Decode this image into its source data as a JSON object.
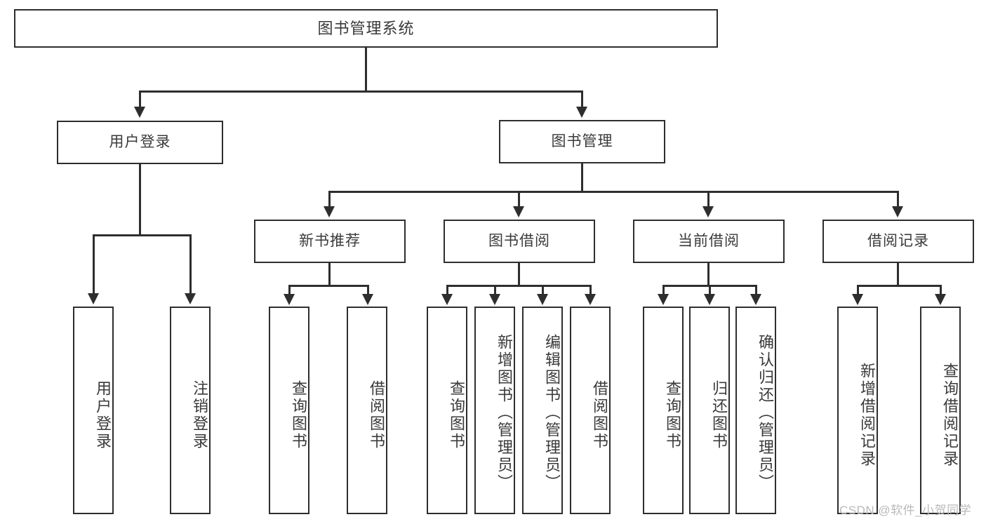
{
  "diagram": {
    "type": "tree-hierarchy",
    "title": "图书管理系统",
    "orientation": "top-down",
    "accent_color": "#2e2e2e",
    "background_color": "#ffffff",
    "nodes": {
      "root": {
        "label": "图书管理系统"
      },
      "level2": [
        {
          "id": "user-login",
          "label": "用户登录"
        },
        {
          "id": "book-manage",
          "label": "图书管理"
        }
      ],
      "level3": [
        {
          "id": "new-book-recommend",
          "label": "新书推荐"
        },
        {
          "id": "book-borrow",
          "label": "图书借阅"
        },
        {
          "id": "current-borrow",
          "label": "当前借阅"
        },
        {
          "id": "borrow-record",
          "label": "借阅记录"
        }
      ],
      "leaves": {
        "user_login": [
          {
            "id": "leaf-user-login",
            "label": "用户登录"
          },
          {
            "id": "leaf-logout-login",
            "label": "注销登录"
          }
        ],
        "new_book_recommend": [
          {
            "id": "leaf-query-book-1",
            "label": "查询图书"
          },
          {
            "id": "leaf-borrow-book-1",
            "label": "借阅图书"
          }
        ],
        "book_borrow": [
          {
            "id": "leaf-query-book-2",
            "label": "查询图书"
          },
          {
            "id": "leaf-add-book",
            "label": "新增图书（管理员）"
          },
          {
            "id": "leaf-edit-book",
            "label": "编辑图书（管理员）"
          },
          {
            "id": "leaf-borrow-book-2",
            "label": "借阅图书"
          }
        ],
        "current_borrow": [
          {
            "id": "leaf-query-book-3",
            "label": "查询图书"
          },
          {
            "id": "leaf-return-book",
            "label": "归还图书"
          },
          {
            "id": "leaf-confirm-return",
            "label": "确认归还（管理员）"
          }
        ],
        "borrow_record": [
          {
            "id": "leaf-add-record",
            "label": "新增借阅记录"
          },
          {
            "id": "leaf-query-record",
            "label": "查询借阅记录"
          }
        ]
      }
    }
  },
  "watermark": {
    "text": "CSDN @软件_小贺同学"
  }
}
